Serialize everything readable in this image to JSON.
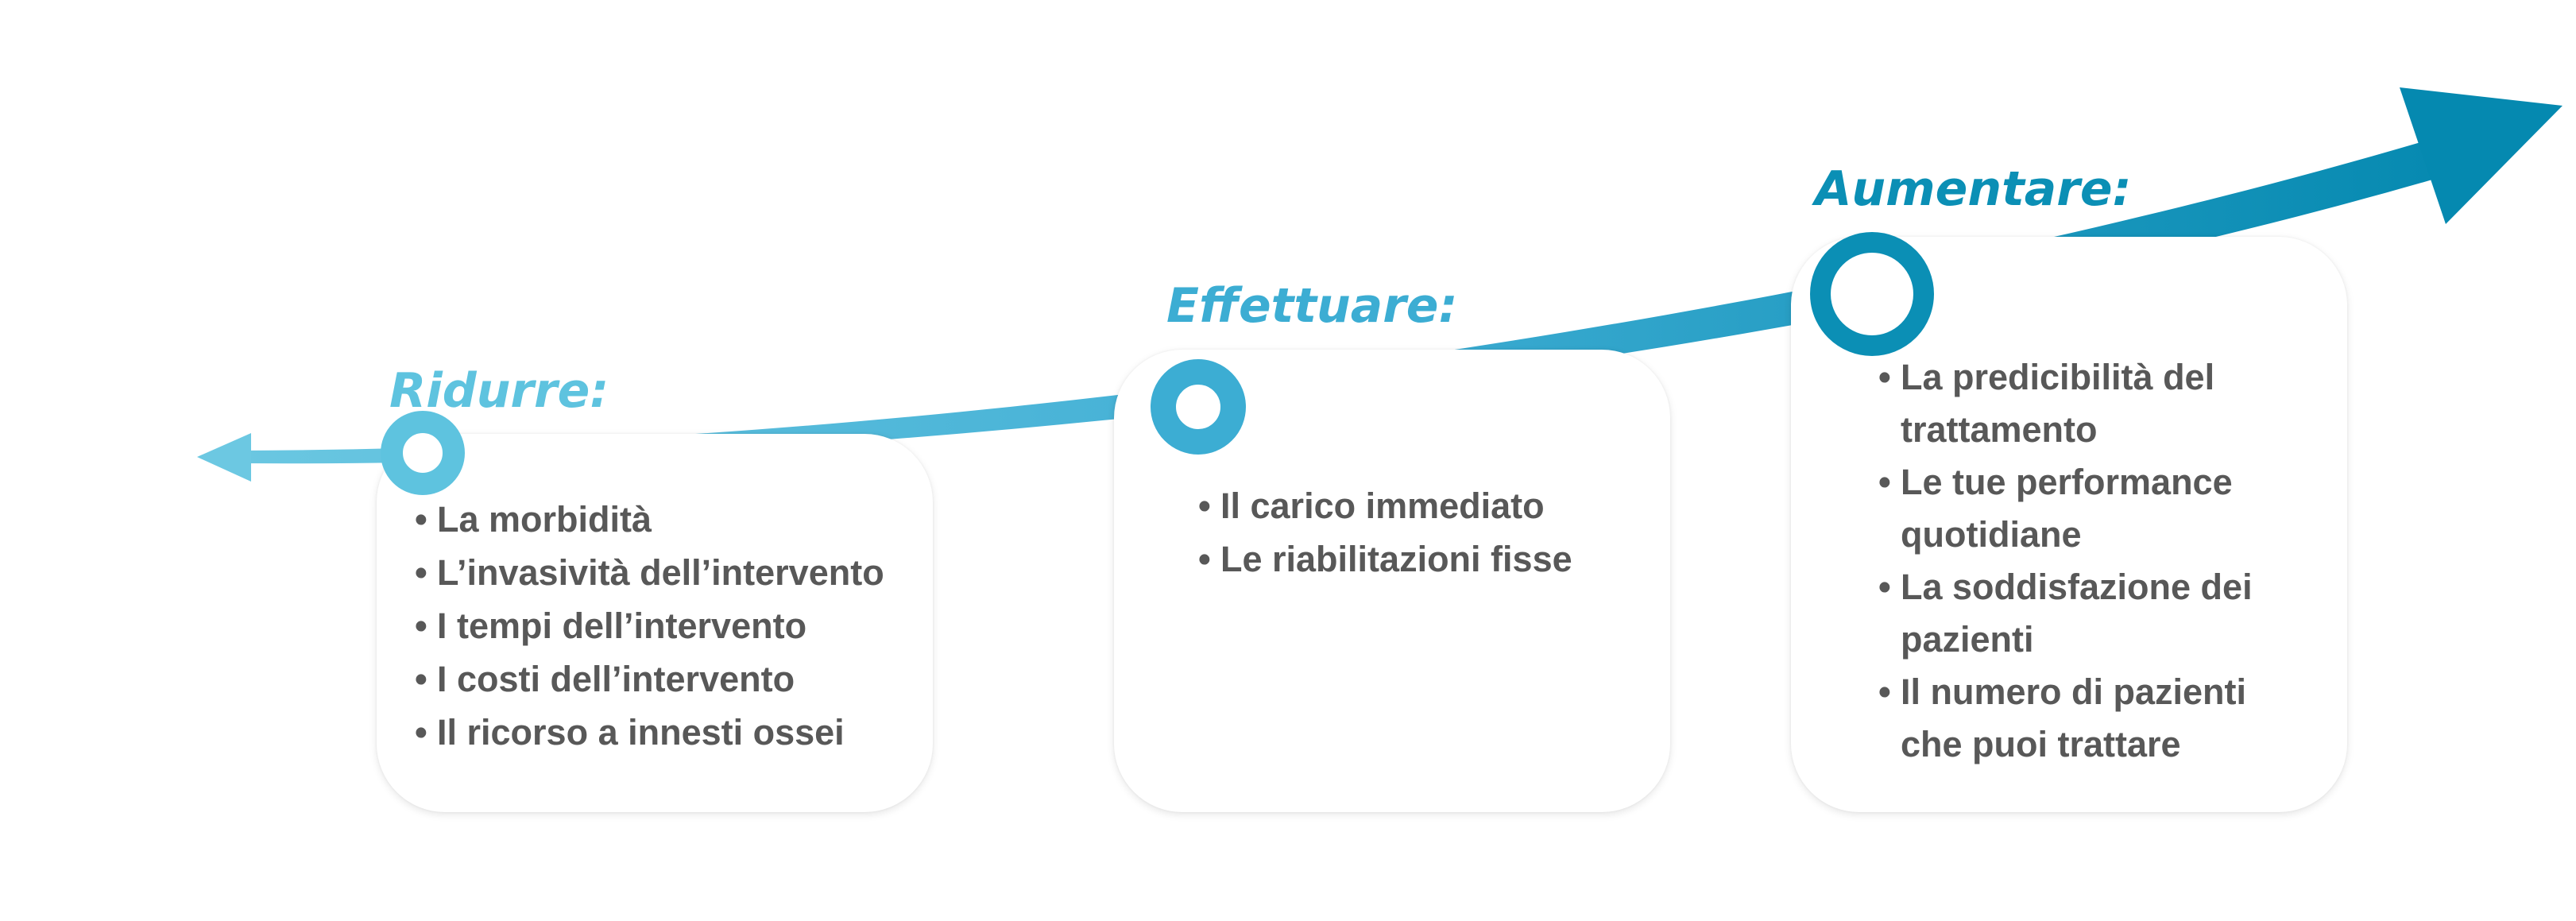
{
  "colors": {
    "light": "#5ec3df",
    "mid": "#38a9cf",
    "dark": "#0b8fb5",
    "text": "#585858"
  },
  "stages": [
    {
      "title": "Ridurre:",
      "color": "#5ec3df",
      "items": [
        "La morbidità",
        "L’invasività dell’intervento",
        "I tempi dell’intervento",
        "I costi dell’intervento",
        "Il ricorso a innesti ossei"
      ]
    },
    {
      "title": "Effettuare:",
      "color": "#3cadd3",
      "items": [
        "Il carico immediato",
        "Le riabilitazioni fisse"
      ]
    },
    {
      "title": "Aumentare:",
      "color": "#0b8fb5",
      "items": [
        "La predicibilità del trattamento",
        "Le tue performance quotidiane",
        "La soddisfazione dei pazienti",
        "Il numero di pazienti che puoi trattare"
      ]
    }
  ]
}
